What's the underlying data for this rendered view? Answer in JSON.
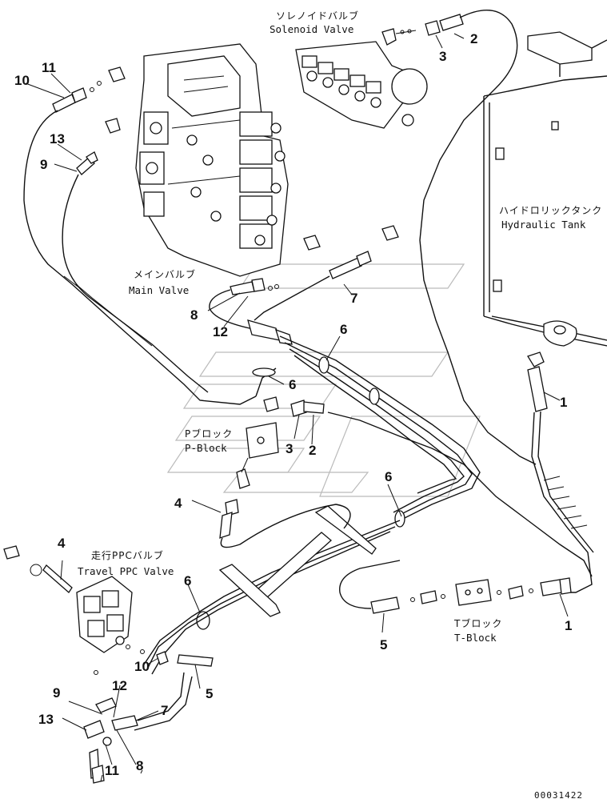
{
  "labels": {
    "solenoid_valve_jp": "ソレノイドバルブ",
    "solenoid_valve_en": "Solenoid Valve",
    "main_valve_jp": "メインバルブ",
    "main_valve_en": "Main Valve",
    "hydraulic_tank_jp": "ハイドロリックタンク",
    "hydraulic_tank_en": "Hydraulic Tank",
    "p_block_jp": "Pブロック",
    "p_block_en": "P-Block",
    "travel_ppc_valve_jp": "走行PPCバルブ",
    "travel_ppc_valve_en": "Travel PPC Valve",
    "t_block_jp": "Tブロック",
    "t_block_en": "T-Block"
  },
  "callouts": {
    "c_10a": "10",
    "c_11a": "11",
    "c_13a": "13",
    "c_9a": "9",
    "c_2a": "2",
    "c_3a": "3",
    "c_7a": "7",
    "c_8a": "8",
    "c_12a": "12",
    "c_6a": "6",
    "c_6b": "6",
    "c_3b": "3",
    "c_2b": "2",
    "c_1a": "1",
    "c_4a": "4",
    "c_6c": "6",
    "c_4b": "4",
    "c_6d": "6",
    "c_5a": "5",
    "c_1b": "1",
    "c_10b": "10",
    "c_5b": "5",
    "c_9b": "9",
    "c_12b": "12",
    "c_7b": "7",
    "c_13b": "13",
    "c_11b": "11",
    "c_8b": "8"
  },
  "figure_code": "00031422"
}
